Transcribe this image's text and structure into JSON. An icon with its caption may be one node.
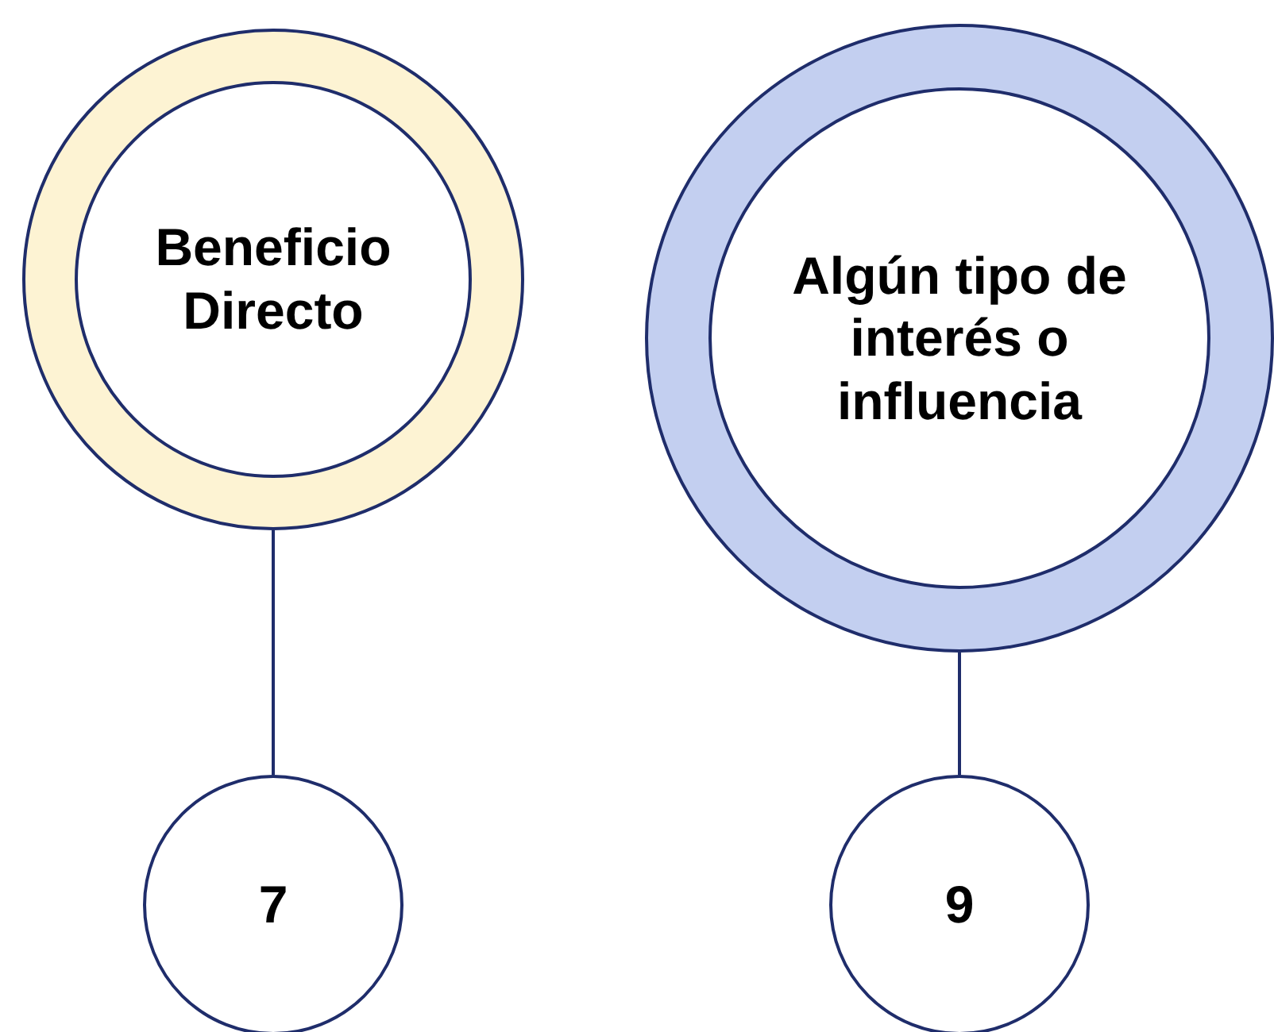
{
  "diagram": {
    "nodes": [
      {
        "text": [
          "Beneficio Directo"
        ]
      },
      {
        "text": [
          "Algún tipo de interés o influencia"
        ]
      },
      {
        "text": [
          "7"
        ]
      },
      {
        "text": [
          "9"
        ]
      }
    ],
    "edges": [
      {
        "from": 0,
        "to": 2,
        "arrow": "none"
      },
      {
        "from": 1,
        "to": 3,
        "arrow": "none"
      }
    ]
  }
}
